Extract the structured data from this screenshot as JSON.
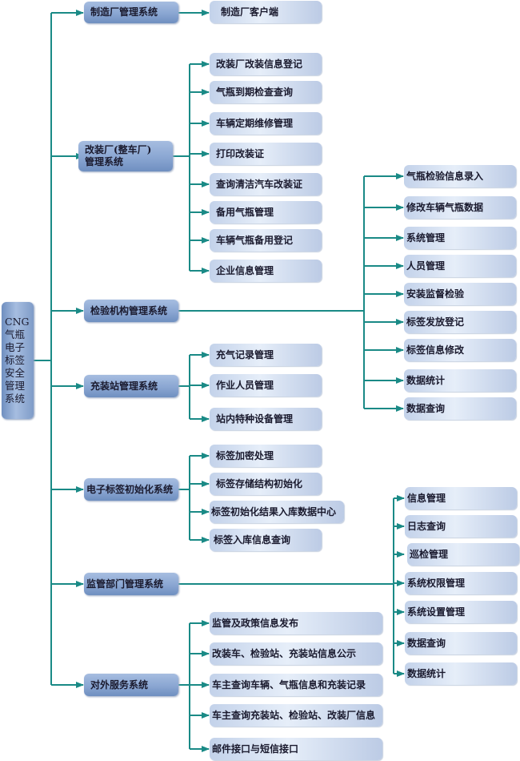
{
  "colors": {
    "connector": "#1a8a86",
    "level1_box": "#8aa6d2",
    "level2_box": "#d6e2f3"
  },
  "root": {
    "label_lines": [
      "CNG",
      "气瓶",
      "电子",
      "标签",
      "安全",
      "管理",
      "系统"
    ]
  },
  "systems": [
    {
      "label": "制造厂管理系统",
      "children": [
        "制造厂客户端"
      ]
    },
    {
      "label_lines": [
        "改装厂(整车厂)",
        "管理系统"
      ],
      "children": [
        "改装厂改装信息登记",
        "气瓶到期检查查询",
        "车辆定期维修管理",
        "打印改装证",
        "查询清洁汽车改装证",
        "备用气瓶管理",
        "车辆气瓶备用登记",
        "企业信息管理"
      ]
    },
    {
      "label": "检验机构管理系统",
      "children": [
        "气瓶检验信息录入",
        "修改车辆气瓶数据",
        "系统管理",
        "人员管理",
        "安装监督检验",
        "标签发放登记",
        "标签信息修改",
        "数据统计",
        "数据查询"
      ]
    },
    {
      "label": "充装站管理系统",
      "children": [
        "充气记录管理",
        "作业人员管理",
        "站内特种设备管理"
      ]
    },
    {
      "label": "电子标签初始化系统",
      "children": [
        "标签加密处理",
        "标签存储结构初始化",
        "标签初始化结果入库数据中心",
        "标签入库信息查询"
      ]
    },
    {
      "label": "监管部门管理系统",
      "children": [
        "信息管理",
        "日志查询",
        "巡检管理",
        "系统权限管理",
        "系统设置管理",
        "数据查询",
        "数据统计"
      ]
    },
    {
      "label": "对外服务系统",
      "children": [
        "监管及政策信息发布",
        "改装车、检验站、充装站信息公示",
        "车主查询车辆、气瓶信息和充装记录",
        "车主查询充装站、检验站、改装厂信息",
        "邮件接口与短信接口"
      ]
    }
  ]
}
